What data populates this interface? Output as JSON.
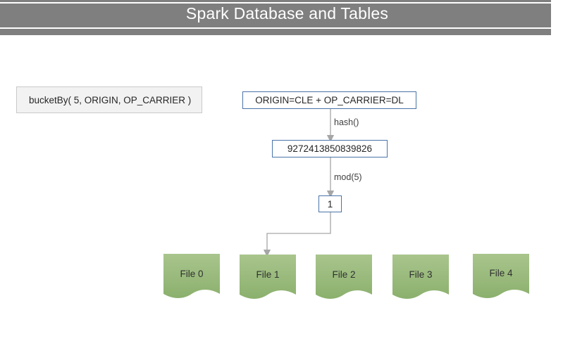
{
  "title": "Spark Database and Tables",
  "code": {
    "text": "bucketBy( 5, ORIGIN, OP_CARRIER )"
  },
  "flow": {
    "key_node": "ORIGIN=CLE + OP_CARRIER=DL",
    "hash_label": "hash()",
    "hash_node": "9272413850839826",
    "mod_label": "mod(5)",
    "bucket_node": "1"
  },
  "files": [
    {
      "label": "File 0"
    },
    {
      "label": "File 1"
    },
    {
      "label": "File 2"
    },
    {
      "label": "File 3"
    },
    {
      "label": "File 4"
    }
  ],
  "colors": {
    "title_band": "#7f7f7f",
    "node_border": "#4a74a8",
    "file_fill_top": "#a9c58d",
    "file_fill_bottom": "#8bb06d",
    "connector": "#a6a6a6"
  }
}
